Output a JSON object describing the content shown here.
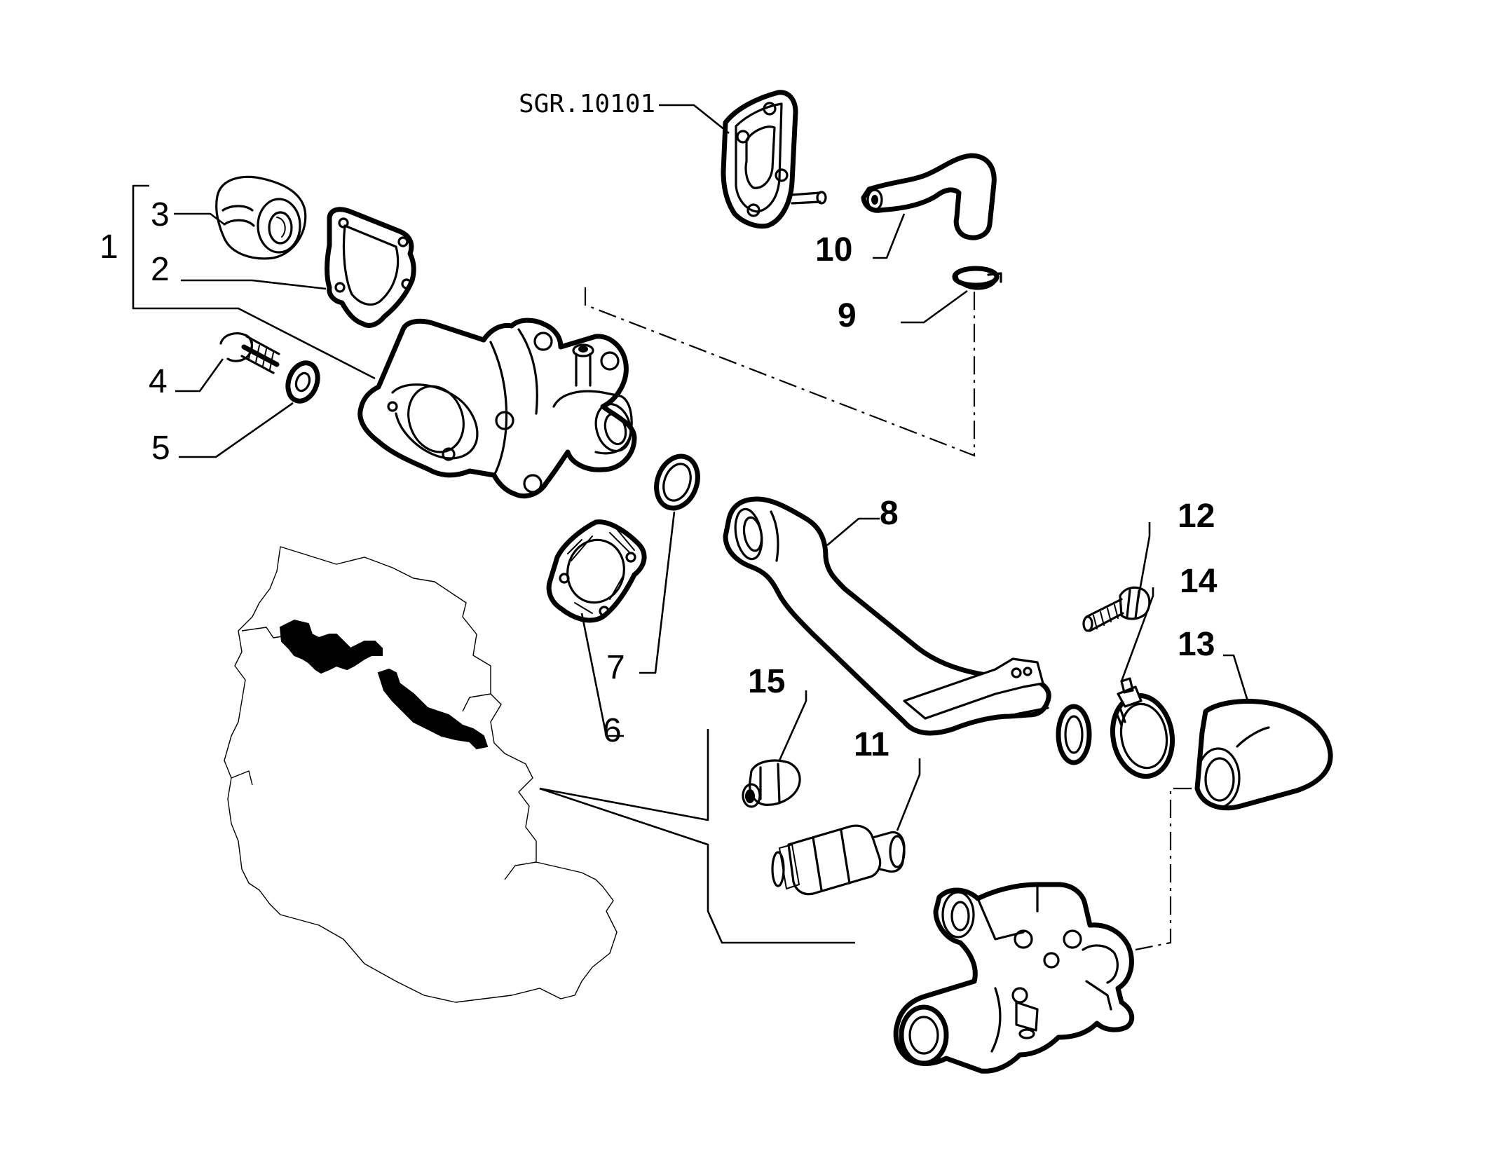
{
  "reference": "SGR.10101",
  "labels": {
    "p1": "1",
    "p2": "2",
    "p3": "3",
    "p4": "4",
    "p5": "5",
    "p6": "6",
    "p7": "7",
    "p8": "8",
    "p9": "9",
    "p10": "10",
    "p11": "11",
    "p12": "12",
    "p13": "13",
    "p14": "14",
    "p15": "15"
  }
}
